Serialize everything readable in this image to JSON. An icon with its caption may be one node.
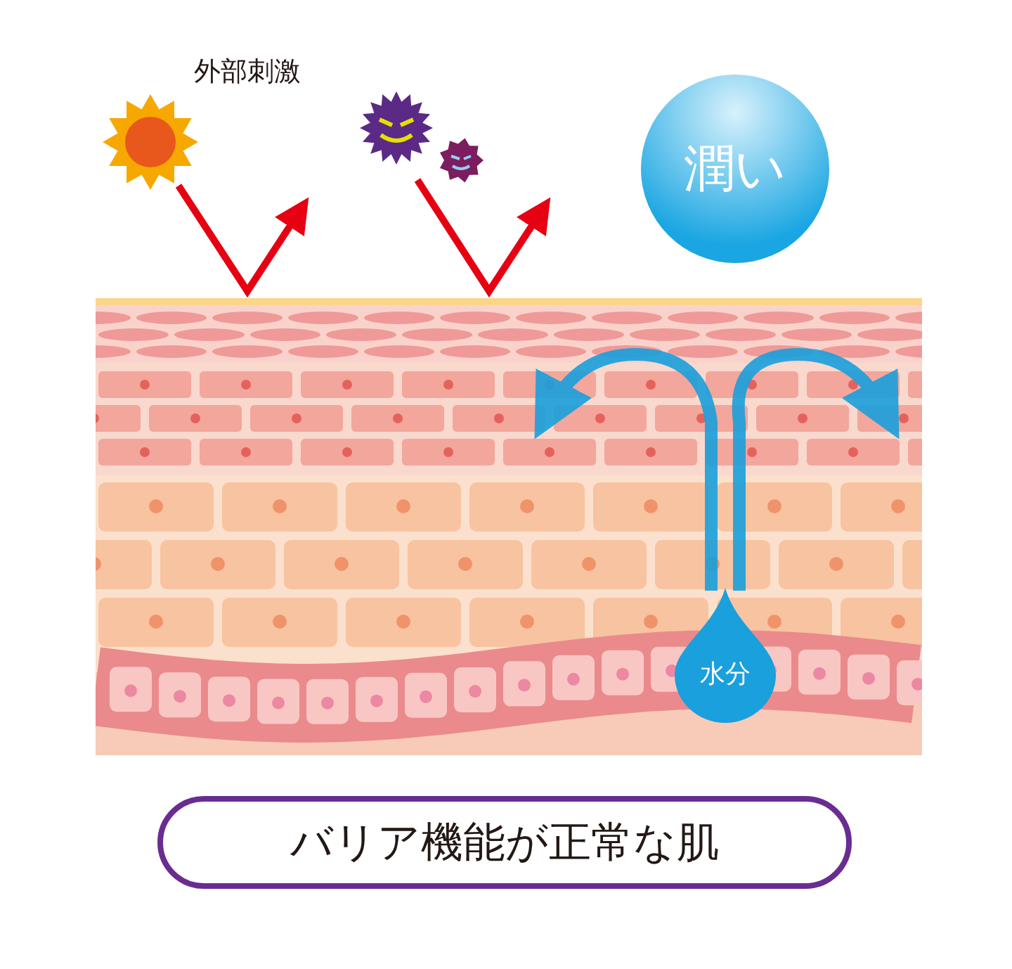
{
  "diagram": {
    "nodes": [
      {
        "text": [],
        "shape": "picture"
      },
      {
        "text": [],
        "shape": "picture"
      },
      {
        "text": [
          "潤い"
        ]
      },
      {
        "text": [
          "水分"
        ]
      },
      {
        "text": [
          "バリア機能が正常な肌"
        ]
      }
    ],
    "edges": [
      {
        "from": 0,
        "to": null,
        "arrow": "to",
        "color": "#e60012"
      },
      {
        "from": 1,
        "to": null,
        "arrow": "to",
        "color": "#e60012"
      },
      {
        "from": 3,
        "to": null,
        "arrow": "to",
        "color": "#1aa0dc",
        "style": "thick"
      },
      {
        "from": 3,
        "to": null,
        "arrow": "to",
        "color": "#1aa0dc",
        "style": "thick"
      }
    ],
    "labels": [
      "外部刺激"
    ]
  }
}
